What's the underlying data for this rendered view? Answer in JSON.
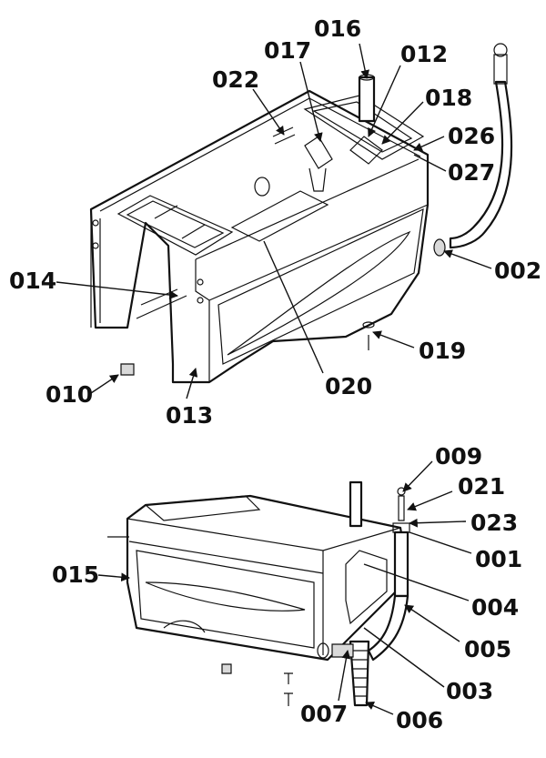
{
  "part_labels": {
    "p016": "016",
    "p017": "017",
    "p012": "012",
    "p022": "022",
    "p018": "018",
    "p026": "026",
    "p027": "027",
    "p002": "002",
    "p014": "014",
    "p019": "019",
    "p010": "010",
    "p013": "013",
    "p020": "020",
    "p009": "009",
    "p021": "021",
    "p023": "023",
    "p001": "001",
    "p015": "015",
    "p004": "004",
    "p005": "005",
    "p003": "003",
    "p007": "007",
    "p006": "006"
  },
  "colors": {
    "ink": "#111111",
    "background": "#ffffff",
    "shade": "#d9d9d9"
  }
}
